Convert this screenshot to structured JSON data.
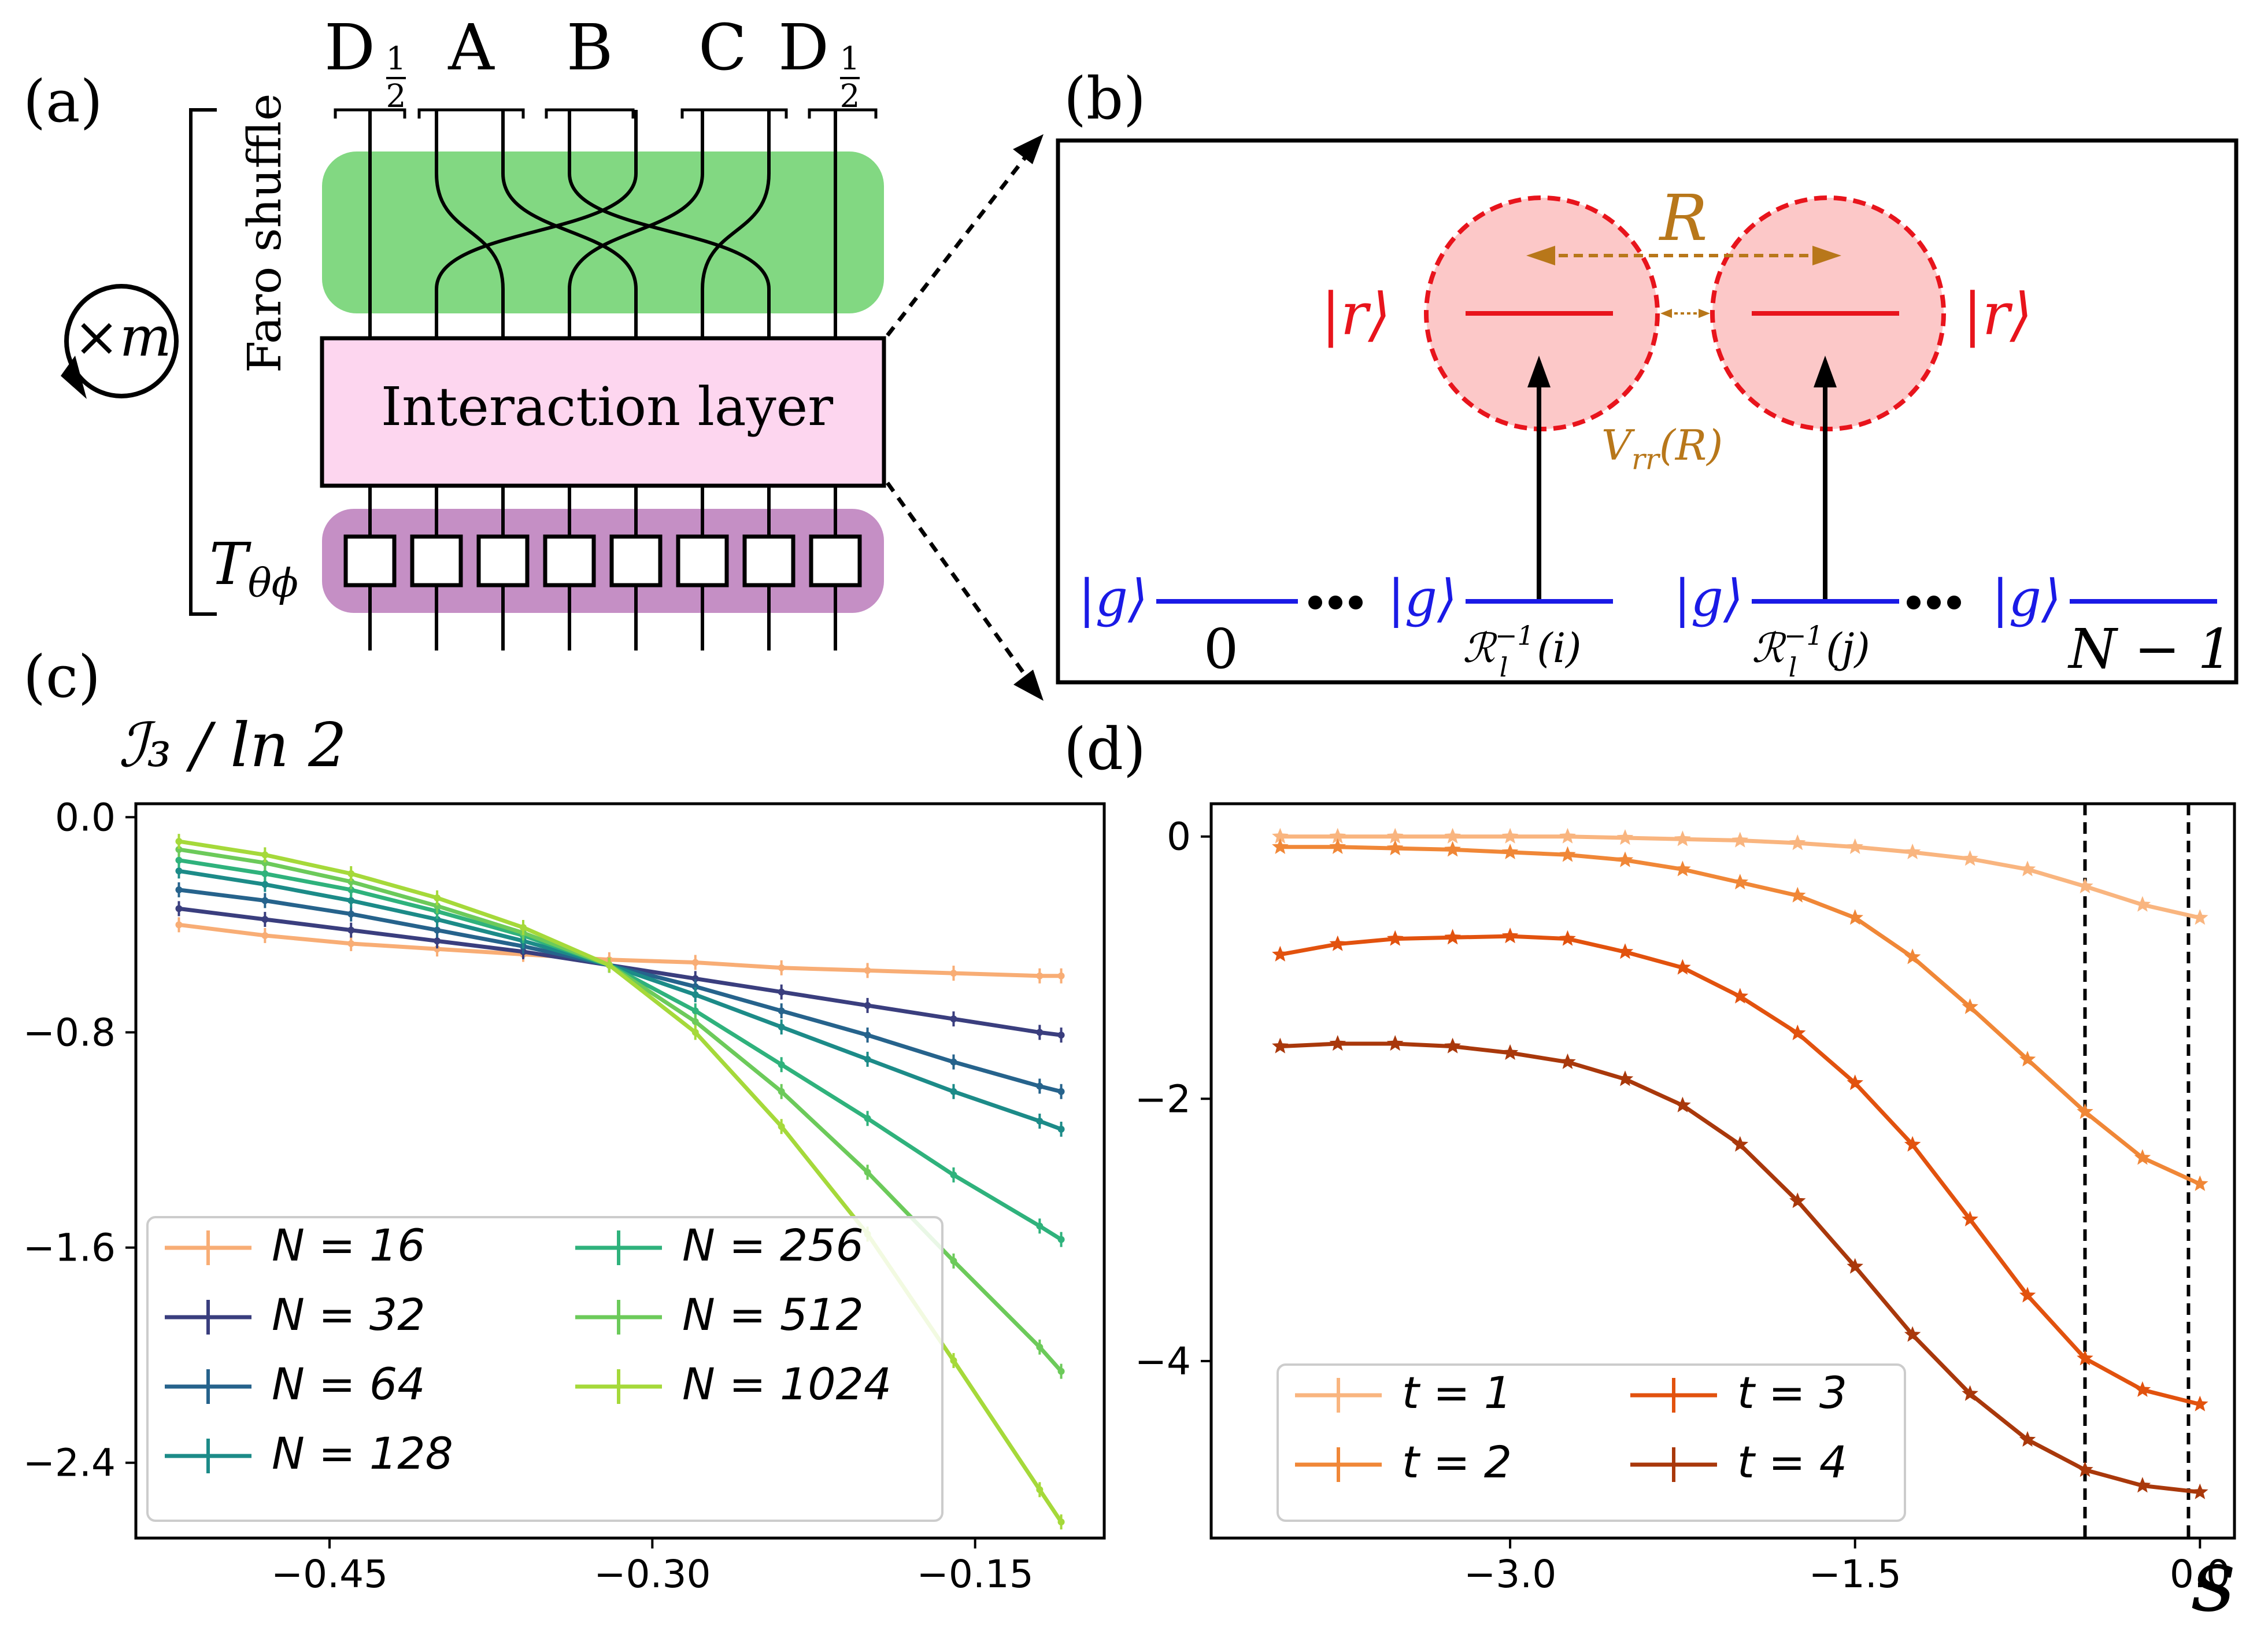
{
  "panels": {
    "a": "(a)",
    "b": "(b)",
    "c": "(c)",
    "d": "(d)"
  },
  "panel_a": {
    "regions": [
      {
        "letter": "D",
        "frac": "1/2"
      },
      {
        "letter": "A",
        "frac": ""
      },
      {
        "letter": "B",
        "frac": ""
      },
      {
        "letter": "C",
        "frac": ""
      },
      {
        "letter": "D",
        "frac": "1/2"
      }
    ],
    "faro_label": "Faro shuffle",
    "interaction_label": "Interaction layer",
    "t_label": "T",
    "t_sub": "θϕ",
    "repeat_label": "×m",
    "colors": {
      "green": "#82d882",
      "pink": "#fdd6ef",
      "purple": "#c58fc5"
    }
  },
  "panel_b": {
    "r_left": "|r⟩",
    "r_right": "|r⟩",
    "R_label": "R",
    "V_label": "V",
    "V_sub": "rr",
    "V_arg": "(R)",
    "g_labels": [
      "|g⟩",
      "|g⟩",
      "|g⟩",
      "|g⟩"
    ],
    "site_labels": [
      "0",
      "N − 1"
    ],
    "rl_label_i": "ℛ",
    "rl_sup": "−1",
    "rl_sub": "l",
    "rl_arg_i": "(i)",
    "rl_arg_j": "(j)",
    "colors": {
      "red": "#e8141c",
      "blue": "#1a1ae6",
      "gold": "#b8771a",
      "circle_fill": "#fcc8c8"
    }
  },
  "chart_data": [
    {
      "type": "line",
      "panel": "c",
      "ylabel": "ℐ₃ / ln 2",
      "xlabel": "",
      "xlim": [
        -0.54,
        -0.09
      ],
      "ylim": [
        -2.68,
        0.05
      ],
      "xticks": [
        "−0.45",
        "−0.30",
        "−0.15"
      ],
      "xtick_values": [
        -0.45,
        -0.3,
        -0.15
      ],
      "yticks": [
        "0.0",
        "−0.8",
        "−1.6",
        "−2.4"
      ],
      "ytick_values": [
        0.0,
        -0.8,
        -1.6,
        -2.4
      ],
      "legend_position": "lower-left",
      "series": [
        {
          "name": "N = 16",
          "color": "#f8ad75",
          "x": [
            -0.52,
            -0.48,
            -0.44,
            -0.4,
            -0.36,
            -0.32,
            -0.28,
            -0.24,
            -0.2,
            -0.16,
            -0.12,
            -0.11
          ],
          "y": [
            -0.4,
            -0.44,
            -0.47,
            -0.49,
            -0.51,
            -0.53,
            -0.54,
            -0.56,
            -0.57,
            -0.58,
            -0.59,
            -0.59
          ]
        },
        {
          "name": "N = 32",
          "color": "#3a3e7e",
          "x": [
            -0.52,
            -0.48,
            -0.44,
            -0.4,
            -0.36,
            -0.32,
            -0.28,
            -0.24,
            -0.2,
            -0.16,
            -0.12,
            -0.11
          ],
          "y": [
            -0.34,
            -0.38,
            -0.42,
            -0.46,
            -0.5,
            -0.55,
            -0.6,
            -0.65,
            -0.7,
            -0.75,
            -0.8,
            -0.81
          ]
        },
        {
          "name": "N = 64",
          "color": "#26638c",
          "x": [
            -0.52,
            -0.48,
            -0.44,
            -0.4,
            -0.36,
            -0.32,
            -0.28,
            -0.24,
            -0.2,
            -0.16,
            -0.12,
            -0.11
          ],
          "y": [
            -0.27,
            -0.31,
            -0.36,
            -0.42,
            -0.48,
            -0.55,
            -0.63,
            -0.72,
            -0.81,
            -0.91,
            -1.0,
            -1.02
          ]
        },
        {
          "name": "N = 128",
          "color": "#1c8b88",
          "x": [
            -0.52,
            -0.48,
            -0.44,
            -0.4,
            -0.36,
            -0.32,
            -0.28,
            -0.24,
            -0.2,
            -0.16,
            -0.12,
            -0.11
          ],
          "y": [
            -0.2,
            -0.25,
            -0.31,
            -0.38,
            -0.46,
            -0.55,
            -0.66,
            -0.78,
            -0.9,
            -1.02,
            -1.13,
            -1.16
          ]
        },
        {
          "name": "N = 256",
          "color": "#2fb27c",
          "x": [
            -0.52,
            -0.48,
            -0.44,
            -0.4,
            -0.36,
            -0.32,
            -0.28,
            -0.24,
            -0.2,
            -0.16,
            -0.12,
            -0.11
          ],
          "y": [
            -0.16,
            -0.21,
            -0.27,
            -0.35,
            -0.44,
            -0.55,
            -0.72,
            -0.92,
            -1.12,
            -1.33,
            -1.52,
            -1.57
          ]
        },
        {
          "name": "N = 512",
          "color": "#6cca5a",
          "x": [
            -0.52,
            -0.48,
            -0.44,
            -0.4,
            -0.36,
            -0.32,
            -0.28,
            -0.24,
            -0.2,
            -0.16,
            -0.12,
            -0.11
          ],
          "y": [
            -0.12,
            -0.17,
            -0.24,
            -0.33,
            -0.43,
            -0.55,
            -0.76,
            -1.02,
            -1.32,
            -1.65,
            -1.97,
            -2.06
          ]
        },
        {
          "name": "N = 1024",
          "color": "#a5d93a",
          "x": [
            -0.52,
            -0.48,
            -0.44,
            -0.4,
            -0.36,
            -0.32,
            -0.28,
            -0.24,
            -0.2,
            -0.16,
            -0.12,
            -0.11
          ],
          "y": [
            -0.09,
            -0.14,
            -0.21,
            -0.3,
            -0.41,
            -0.55,
            -0.8,
            -1.15,
            -1.55,
            -2.02,
            -2.5,
            -2.62
          ]
        }
      ]
    },
    {
      "type": "line",
      "panel": "d",
      "xlabel": "s",
      "ylabel": "",
      "xlim": [
        -4.3,
        0.15
      ],
      "ylim": [
        -5.35,
        0.25
      ],
      "xticks": [
        "−3.0",
        "−1.5",
        "0.0"
      ],
      "xtick_values": [
        -3.0,
        -1.5,
        0.0
      ],
      "yticks": [
        "0",
        "−2",
        "−4"
      ],
      "ytick_values": [
        0,
        -2,
        -4
      ],
      "vlines": [
        -0.5,
        -0.05
      ],
      "legend_position": "lower-left",
      "series": [
        {
          "name": "t = 1",
          "color": "#f9b57f",
          "x": [
            -4.0,
            -3.75,
            -3.5,
            -3.25,
            -3.0,
            -2.75,
            -2.5,
            -2.25,
            -2.0,
            -1.75,
            -1.5,
            -1.25,
            -1.0,
            -0.75,
            -0.5,
            -0.25,
            0.0
          ],
          "y": [
            0.0,
            0.0,
            0.0,
            0.0,
            0.0,
            0.0,
            -0.01,
            -0.02,
            -0.03,
            -0.05,
            -0.08,
            -0.12,
            -0.17,
            -0.25,
            -0.38,
            -0.52,
            -0.62
          ]
        },
        {
          "name": "t = 2",
          "color": "#f08737",
          "x": [
            -4.0,
            -3.75,
            -3.5,
            -3.25,
            -3.0,
            -2.75,
            -2.5,
            -2.25,
            -2.0,
            -1.75,
            -1.5,
            -1.25,
            -1.0,
            -0.75,
            -0.5,
            -0.25,
            0.0
          ],
          "y": [
            -0.08,
            -0.08,
            -0.09,
            -0.1,
            -0.12,
            -0.14,
            -0.18,
            -0.25,
            -0.35,
            -0.45,
            -0.62,
            -0.92,
            -1.3,
            -1.7,
            -2.1,
            -2.45,
            -2.65
          ]
        },
        {
          "name": "t = 3",
          "color": "#e2520e",
          "x": [
            -4.0,
            -3.75,
            -3.5,
            -3.25,
            -3.0,
            -2.75,
            -2.5,
            -2.25,
            -2.0,
            -1.75,
            -1.5,
            -1.25,
            -1.0,
            -0.75,
            -0.5,
            -0.25,
            0.0
          ],
          "y": [
            -0.9,
            -0.82,
            -0.78,
            -0.77,
            -0.76,
            -0.78,
            -0.88,
            -1.0,
            -1.22,
            -1.5,
            -1.88,
            -2.35,
            -2.92,
            -3.5,
            -3.98,
            -4.22,
            -4.33
          ]
        },
        {
          "name": "t = 4",
          "color": "#a9380b",
          "x": [
            -4.0,
            -3.75,
            -3.5,
            -3.25,
            -3.0,
            -2.75,
            -2.5,
            -2.25,
            -2.0,
            -1.75,
            -1.5,
            -1.25,
            -1.0,
            -0.75,
            -0.5,
            -0.25,
            0.0
          ],
          "y": [
            -1.6,
            -1.58,
            -1.58,
            -1.6,
            -1.65,
            -1.72,
            -1.85,
            -2.05,
            -2.35,
            -2.78,
            -3.28,
            -3.8,
            -4.25,
            -4.6,
            -4.83,
            -4.95,
            -5.0
          ]
        }
      ]
    }
  ]
}
